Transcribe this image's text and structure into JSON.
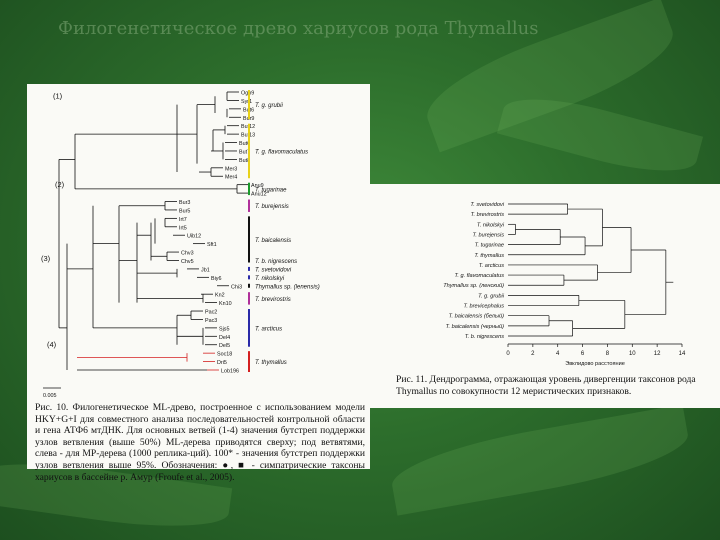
{
  "slide": {
    "title": "Филогенетическое древо хариусов рода Thymallus"
  },
  "left_figure": {
    "clade_markers": [
      "(1)",
      "(2)",
      "(3)",
      "(4)"
    ],
    "taxa": [
      "Ogb9",
      "Syr1",
      "But6",
      "Bur9",
      "But12",
      "But13",
      "But6",
      "But7",
      "But8",
      "Mer3",
      "Mer4",
      "Anu9",
      "Anu12",
      "Bur3",
      "Bur5",
      "Irt7",
      "Irt5",
      "Uib12",
      "Sft1",
      "Chv3",
      "Chv5",
      "Jb1",
      "Biy6",
      "Chi3",
      "Kn2",
      "Kn10",
      "Pac2",
      "Pac3",
      "Sjs5",
      "Del4",
      "Del5",
      "Soc18",
      "Dri5",
      "Lob196"
    ],
    "groups": [
      {
        "label": "T. g. grubii",
        "color": "#e8d21a"
      },
      {
        "label": "T. g. flavomaculatus",
        "color": "#e8d21a"
      },
      {
        "label": "T. tugarinae",
        "color": "#1a9a2a"
      },
      {
        "label": "T. burejensis",
        "color": "#b0309a"
      },
      {
        "label": "T. baicalensis",
        "color": "#111111"
      },
      {
        "label": "T. b. nigrescens",
        "color": "#111111"
      },
      {
        "label": "T. svetovidovi",
        "color": "#2a2aa8"
      },
      {
        "label": "T. nikolskyi",
        "color": "#2a2aa8"
      },
      {
        "label": "T. brevirostris",
        "color": "#b0309a"
      },
      {
        "label": "Thymallus sp. (lenensis)",
        "color": "#111111"
      },
      {
        "label": "T. arcticus",
        "color": "#2a2aa8"
      },
      {
        "label": "T. thymallus",
        "color": "#d42020"
      }
    ],
    "scale_label": "0.005",
    "caption": "Рис. 10. Филогенетическое ML-древо, построенное с использованием модели HKY+G+I для совместного анализа последовательностей контрольной области и гена АТФ6 мтДНК. Для основных ветвей (1-4) значения бутстреп поддержки узлов ветвления (выше 50%) ML-дерева приводятся сверху; под ветвятями, слева - для MP-дерева (1000 реплика-ций). 100* - значения бутстреп поддержки узлов ветвления выше 95%. Обозначения: ●, ■ - симпатрические таксоны хариусов в бассейне р. Амур (Froufe et al., 2005)."
  },
  "right_figure": {
    "caption": "Рис. 11. Дендрограмма, отражающая уровень дивергенции таксонов рода Thymallus по совокупности 12 меристических признаков.",
    "chart_data": {
      "type": "dendrogram",
      "leaves": [
        "T. svetovidovi",
        "T. brevirostris",
        "T. nikolskyi",
        "T. burejensis",
        "T. tugarinae",
        "T. thymallus",
        "T. arcticus",
        "T. g. flavomaculatus",
        "Thymallus sp. (ленский)",
        "T. g. grubii",
        "T. brevicephalus",
        "T. baicalensis (белый)",
        "T. baicalensis (черный)",
        "T. b. nigrescens"
      ],
      "x_ticks": [
        0,
        2,
        4,
        6,
        8,
        10,
        12,
        14
      ],
      "xlabel": "Эвклидово расстояние",
      "xlim": [
        0,
        14
      ]
    }
  }
}
